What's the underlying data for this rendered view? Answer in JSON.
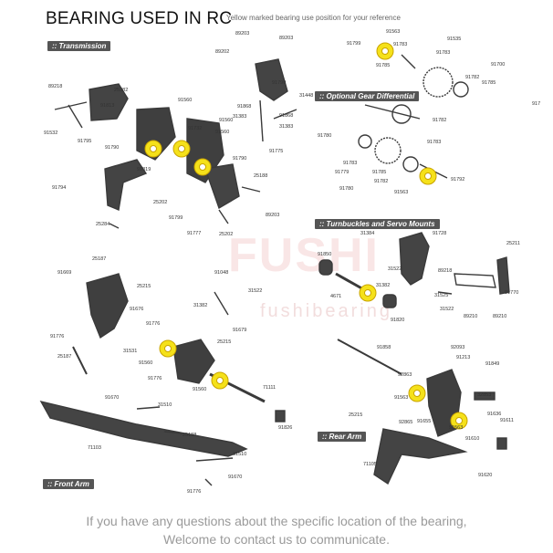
{
  "header": {
    "title": "BEARING USED IN RC",
    "subtitle": "Yellow marked bearing use position for your reference"
  },
  "sections": {
    "transmission": ":: Transmission",
    "optional_gear_differential": ":: Optional Gear Differential",
    "turnbuckles_servo_mounts": ":: Turnbuckles and Servo Mounts",
    "rear_arm": ":: Rear Arm",
    "front_arm": ":: Front Arm"
  },
  "watermark": {
    "brand": "FUSHI",
    "site": "fushibearing"
  },
  "footer": {
    "line1": "If you have any questions about the specific location of the bearing,",
    "line2": "Welcome to contact us to communicate."
  },
  "colors": {
    "bearing_highlight": "#f5e11a",
    "section_bg": "#555555",
    "part_color": "#3a3a3a"
  },
  "part_labels": [
    {
      "text": "89203",
      "group": "transmission"
    },
    {
      "text": "89202",
      "group": "transmission"
    },
    {
      "text": "89203",
      "group": "transmission"
    },
    {
      "text": "89218",
      "group": "transmission"
    },
    {
      "text": "25282",
      "group": "transmission"
    },
    {
      "text": "91813",
      "group": "transmission"
    },
    {
      "text": "91532",
      "group": "transmission"
    },
    {
      "text": "91795",
      "group": "transmission"
    },
    {
      "text": "91790",
      "group": "transmission"
    },
    {
      "text": "91790",
      "group": "transmission"
    },
    {
      "text": "91560",
      "group": "transmission"
    },
    {
      "text": "91560",
      "group": "transmission"
    },
    {
      "text": "91560",
      "group": "transmission"
    },
    {
      "text": "91732",
      "group": "transmission"
    },
    {
      "text": "31448",
      "group": "transmission"
    },
    {
      "text": "91868",
      "group": "transmission"
    },
    {
      "text": "31383",
      "group": "transmission"
    },
    {
      "text": "91868",
      "group": "transmission"
    },
    {
      "text": "31383",
      "group": "transmission"
    },
    {
      "text": "91775",
      "group": "transmission"
    },
    {
      "text": "91819",
      "group": "transmission"
    },
    {
      "text": "91790",
      "group": "transmission"
    },
    {
      "text": "25188",
      "group": "transmission"
    },
    {
      "text": "91794",
      "group": "transmission"
    },
    {
      "text": "25202",
      "group": "transmission"
    },
    {
      "text": "91799",
      "group": "transmission"
    },
    {
      "text": "89203",
      "group": "transmission"
    },
    {
      "text": "25284",
      "group": "transmission"
    },
    {
      "text": "91777",
      "group": "transmission"
    },
    {
      "text": "25202",
      "group": "transmission"
    },
    {
      "text": "91799",
      "group": "gear_diff"
    },
    {
      "text": "91563",
      "group": "gear_diff"
    },
    {
      "text": "91783",
      "group": "gear_diff"
    },
    {
      "text": "91535",
      "group": "gear_diff"
    },
    {
      "text": "91785",
      "group": "gear_diff"
    },
    {
      "text": "91783",
      "group": "gear_diff"
    },
    {
      "text": "91700",
      "group": "gear_diff"
    },
    {
      "text": "91782",
      "group": "gear_diff"
    },
    {
      "text": "91785",
      "group": "gear_diff"
    },
    {
      "text": "917",
      "group": "gear_diff"
    },
    {
      "text": "91782",
      "group": "gear_diff"
    },
    {
      "text": "91780",
      "group": "gear_diff"
    },
    {
      "text": "91783",
      "group": "gear_diff"
    },
    {
      "text": "91779",
      "group": "gear_diff"
    },
    {
      "text": "91785",
      "group": "gear_diff"
    },
    {
      "text": "91783",
      "group": "gear_diff"
    },
    {
      "text": "91780",
      "group": "gear_diff"
    },
    {
      "text": "91782",
      "group": "gear_diff"
    },
    {
      "text": "91792",
      "group": "gear_diff"
    },
    {
      "text": "91563",
      "group": "gear_diff"
    },
    {
      "text": "31384",
      "group": "turnbuckles"
    },
    {
      "text": "91728",
      "group": "turnbuckles"
    },
    {
      "text": "25211",
      "group": "turnbuckles"
    },
    {
      "text": "91850",
      "group": "turnbuckles"
    },
    {
      "text": "31522",
      "group": "turnbuckles"
    },
    {
      "text": "89218",
      "group": "turnbuckles"
    },
    {
      "text": "91770",
      "group": "turnbuckles"
    },
    {
      "text": "4671",
      "group": "turnbuckles"
    },
    {
      "text": "31382",
      "group": "turnbuckles"
    },
    {
      "text": "31525",
      "group": "turnbuckles"
    },
    {
      "text": "91820",
      "group": "turnbuckles"
    },
    {
      "text": "31522",
      "group": "turnbuckles"
    },
    {
      "text": "89210",
      "group": "turnbuckles"
    },
    {
      "text": "89210",
      "group": "turnbuckles"
    },
    {
      "text": "25187",
      "group": "front"
    },
    {
      "text": "91669",
      "group": "front"
    },
    {
      "text": "25215",
      "group": "front"
    },
    {
      "text": "91048",
      "group": "front"
    },
    {
      "text": "31522",
      "group": "front"
    },
    {
      "text": "91676",
      "group": "front"
    },
    {
      "text": "31382",
      "group": "front"
    },
    {
      "text": "91776",
      "group": "front"
    },
    {
      "text": "91776",
      "group": "front"
    },
    {
      "text": "91679",
      "group": "front"
    },
    {
      "text": "25215",
      "group": "front"
    },
    {
      "text": "31531",
      "group": "front"
    },
    {
      "text": "25187",
      "group": "front"
    },
    {
      "text": "91560",
      "group": "front"
    },
    {
      "text": "91776",
      "group": "front"
    },
    {
      "text": "91560",
      "group": "front"
    },
    {
      "text": "71111",
      "group": "front"
    },
    {
      "text": "91670",
      "group": "front"
    },
    {
      "text": "31510",
      "group": "front"
    },
    {
      "text": "91826",
      "group": "front"
    },
    {
      "text": "25188",
      "group": "front"
    },
    {
      "text": "71103",
      "group": "front"
    },
    {
      "text": "31510",
      "group": "front"
    },
    {
      "text": "91670",
      "group": "front"
    },
    {
      "text": "91776",
      "group": "front"
    },
    {
      "text": "91858",
      "group": "rear"
    },
    {
      "text": "92093",
      "group": "rear"
    },
    {
      "text": "92863",
      "group": "rear"
    },
    {
      "text": "91213",
      "group": "rear"
    },
    {
      "text": "91849",
      "group": "rear"
    },
    {
      "text": "91563",
      "group": "rear"
    },
    {
      "text": "32853",
      "group": "rear"
    },
    {
      "text": "91655",
      "group": "rear"
    },
    {
      "text": "25215",
      "group": "rear"
    },
    {
      "text": "92865",
      "group": "rear"
    },
    {
      "text": "91563",
      "group": "rear"
    },
    {
      "text": "91636",
      "group": "rear"
    },
    {
      "text": "91611",
      "group": "rear"
    },
    {
      "text": "91610",
      "group": "rear"
    },
    {
      "text": "71105",
      "group": "rear"
    },
    {
      "text": "91620",
      "group": "rear"
    }
  ]
}
